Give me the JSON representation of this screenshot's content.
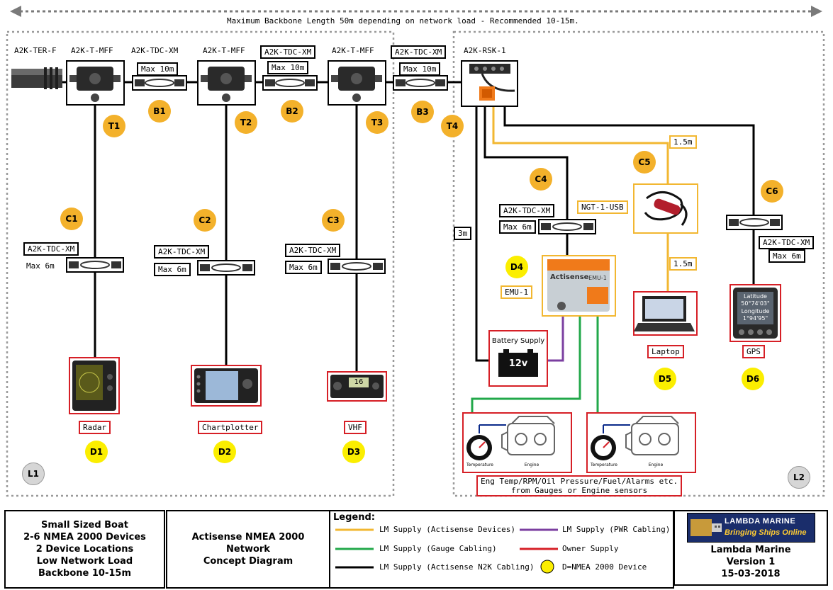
{
  "top_banner": "Maximum Backbone Length 50m depending on network load - Recommended 10-15m.",
  "backbone_labels": {
    "ter": "A2K-TER-F",
    "t1": "A2K-T-MFF",
    "tdc1": "A2K-TDC-XM",
    "t2": "A2K-T-MFF",
    "tdc2": "A2K-TDC-XM",
    "t3": "A2K-T-MFF",
    "tdc3": "A2K-TDC-XM",
    "rsk": "A2K-RSK-1",
    "max_b1": "Max 10m",
    "max_b2": "Max 10m",
    "max_b3": "Max 10m"
  },
  "nodes": {
    "t1": "T1",
    "t2": "T2",
    "t3": "T3",
    "t4": "T4",
    "b1": "B1",
    "b2": "B2",
    "b3": "B3",
    "c1": "C1",
    "c2": "C2",
    "c3": "C3",
    "c4": "C4",
    "c5": "C5",
    "c6": "C6",
    "d1": "D1",
    "d2": "D2",
    "d3": "D3",
    "d4": "D4",
    "d5": "D5",
    "d6": "D6",
    "l1": "L1",
    "l2": "L2"
  },
  "drop_labels": {
    "c1_tdc": "A2K-TDC-XM",
    "c1_max": "Max 6m",
    "c2_tdc": "A2K-TDC-XM",
    "c2_max": "Max 6m",
    "c3_tdc": "A2K-TDC-XM",
    "c3_max": "Max 6m",
    "c4_tdc": "A2K-TDC-XM",
    "c4_max": "Max 6m",
    "c6_tdc": "A2K-TDC-XM",
    "c6_max": "Max 6m",
    "ngt": "NGT-1-USB",
    "emu": "EMU-1",
    "len_3m": "3m",
    "len_15m_a": "1.5m",
    "len_15m_b": "1.5m"
  },
  "devices": {
    "radar": "Radar",
    "chartplotter": "Chartplotter",
    "vhf": "VHF",
    "laptop": "Laptop",
    "gps": "GPS",
    "battery_title": "Battery Supply",
    "battery_voltage": "12v",
    "vhf_display": "16",
    "emu_brand": "Actisense",
    "emu_model": "EMU-1",
    "gps_lat_label": "Latitude",
    "gps_lat": "50°74'03\"",
    "gps_lon_label": "Longitude",
    "gps_lon": "1°94'95\"",
    "gauge_temp": "Temperature",
    "gauge_engine": "Engine",
    "engine_note_1": "Eng Temp/RPM/Oil Pressure/Fuel/Alarms etc.",
    "engine_note_2": "from Gauges or Engine sensors"
  },
  "footer": {
    "summary": [
      "Small Sized Boat",
      "2-6 NMEA 2000 Devices",
      "2 Device Locations",
      "Low Network Load",
      "Backbone 10-15m"
    ],
    "title": [
      "Actisense NMEA 2000",
      "Network",
      "Concept Diagram"
    ],
    "legend_title": "Legend:",
    "legend": {
      "actisense_supply": "LM Supply (Actisense Devices)",
      "pwr_supply": "LM Supply (PWR Cabling)",
      "gauge_supply": "LM Supply (Gauge Cabling)",
      "owner_supply": "Owner Supply",
      "n2k_supply": "LM Supply (Actisense N2K Cabling)",
      "device_key": "D=NMEA 2000 Device"
    },
    "company": [
      "Lambda Marine",
      "Version 1",
      "15-03-2018"
    ],
    "logo_text": "LAMBDA MARINE",
    "logo_tagline": "Bringing Ships Online"
  },
  "colors": {
    "actisense": "#f2b731",
    "pwr": "#7b3fa0",
    "gauge": "#22a84a",
    "owner": "#d61f26",
    "n2k": "#000000",
    "node_orange": "#f3b12b",
    "node_yellow": "#fbee00",
    "node_grey": "#d6d6d6"
  }
}
